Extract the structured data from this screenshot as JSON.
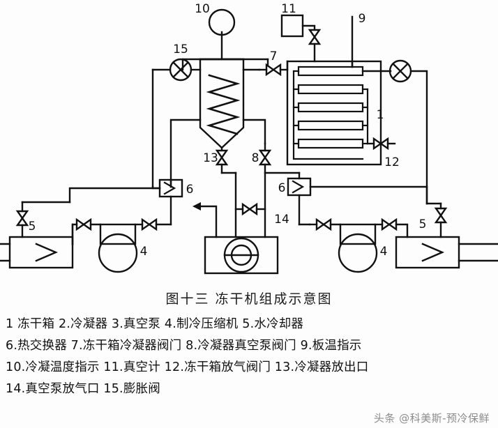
{
  "caption": "图十三  冻干机组成示意图",
  "watermark": "头条 @科美斯-预冷保鲜",
  "legend_lines": [
    "1 冻干箱     2.冷凝器      3.真空泵      4.制冷压缩机     5.水冷却器",
    "6.热交换器  7.冻干箱冷凝器阀门  8.冷凝器真空泵阀门 9.板温指示",
    "10.冷凝温度指示 11.真空计 12.冻干箱放气阀门 13.冷凝器放出口",
    "14.真空泵放气口  15.膨胀阀"
  ],
  "legend_items": [
    {
      "num": "1",
      "name": "冻干箱"
    },
    {
      "num": "2",
      "name": "冷凝器"
    },
    {
      "num": "3",
      "name": "真空泵"
    },
    {
      "num": "4",
      "name": "制冷压缩机"
    },
    {
      "num": "5",
      "name": "水冷却器"
    },
    {
      "num": "6",
      "name": "热交换器"
    },
    {
      "num": "7",
      "name": "冻干箱冷凝器阀门"
    },
    {
      "num": "8",
      "name": "冷凝器真空泵阀门"
    },
    {
      "num": "9",
      "name": "板温指示"
    },
    {
      "num": "10",
      "name": "冷凝温度指示"
    },
    {
      "num": "11",
      "name": "真空计"
    },
    {
      "num": "12",
      "name": "冻干箱放气阀门"
    },
    {
      "num": "13",
      "name": "冷凝器放出口"
    },
    {
      "num": "14",
      "name": "真空泵放气口"
    },
    {
      "num": "15",
      "name": "膨胀阀"
    }
  ],
  "diagram": {
    "line_color": "#111111",
    "labels": {
      "l1": "1",
      "l4_left": "4",
      "l4_right": "4",
      "l5_left": "5",
      "l5_right": "5",
      "l6_left": "6",
      "l6_right": "6",
      "l7": "7",
      "l8": "8",
      "l9": "9",
      "l10": "10",
      "l11": "11",
      "l12": "12",
      "l13": "13",
      "l14": "14",
      "l15": "15"
    }
  }
}
